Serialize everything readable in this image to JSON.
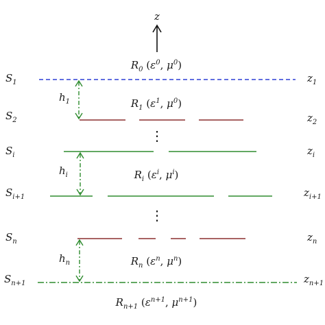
{
  "axis": {
    "label": "z"
  },
  "surfaces": [
    {
      "left": "S",
      "left_sub": "1",
      "right": "z",
      "right_sub": "1"
    },
    {
      "left": "S",
      "left_sub": "2",
      "right": "z",
      "right_sub": "2"
    },
    {
      "left": "S",
      "left_sub": "i",
      "right": "z",
      "right_sub": "i"
    },
    {
      "left": "S",
      "left_sub": "i+1",
      "right": "z",
      "right_sub": "i+1"
    },
    {
      "left": "S",
      "left_sub": "n",
      "right": "z",
      "right_sub": "n"
    },
    {
      "left": "S",
      "left_sub": "n+1",
      "right": "z",
      "right_sub": "n+1"
    }
  ],
  "regions": [
    {
      "name": "R",
      "sub": "0",
      "eps_sup": "0",
      "mu_sup": "0"
    },
    {
      "name": "R",
      "sub": "1",
      "eps_sup": "1",
      "mu_sup": "0"
    },
    {
      "name": "R",
      "sub": "i",
      "eps_sup": "i",
      "mu_sup": "i"
    },
    {
      "name": "R",
      "sub": "n",
      "eps_sup": "n",
      "mu_sup": "n"
    },
    {
      "name": "R",
      "sub": "n+1",
      "eps_sup": "n+1",
      "mu_sup": "n+1"
    }
  ],
  "thicknesses": [
    {
      "name": "h",
      "sub": "1"
    },
    {
      "name": "h",
      "sub": "i"
    },
    {
      "name": "h",
      "sub": "n"
    }
  ],
  "symbols": {
    "epsilon": "ε",
    "mu": "μ",
    "open": " (",
    "comma": ", ",
    "close": ")",
    "vdots": "⋮"
  },
  "colors": {
    "blue": "#2d3fd6",
    "brown": "#8b2e2e",
    "green": "#2e8b2e",
    "black": "#111111"
  }
}
